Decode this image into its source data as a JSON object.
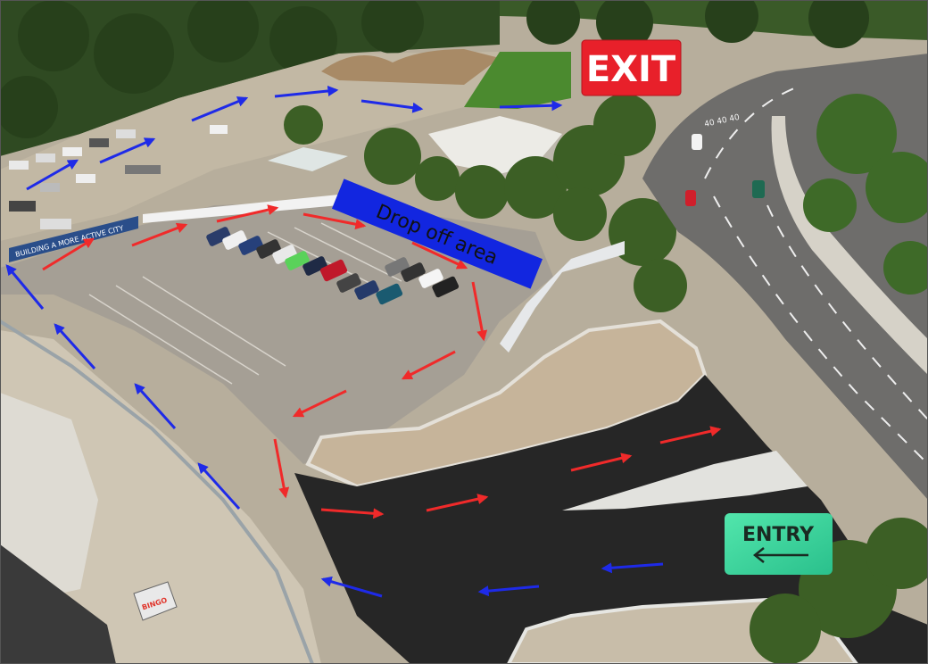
{
  "signs": {
    "exit": {
      "label": "EXIT",
      "bg": "#e8202a",
      "fg": "#ffffff"
    },
    "drop_off": {
      "label": "Drop off area",
      "bg": "#1226e0",
      "fg": "#111111"
    },
    "entry": {
      "label": "ENTRY",
      "bg": "#3bdba0",
      "fg": "#1a2a22"
    },
    "banner": {
      "label": "BUILDING A MORE ACTIVE CITY"
    },
    "skip_bin": {
      "label": "BINGO"
    },
    "road_marking": {
      "label": "40 40 40"
    }
  },
  "arrow_colors": {
    "inbound": "#1e2ae8",
    "outbound": "#f02a2a"
  },
  "icons": [
    "entry-left-arrow-icon",
    "inbound-arrow-icon",
    "outbound-arrow-icon"
  ]
}
